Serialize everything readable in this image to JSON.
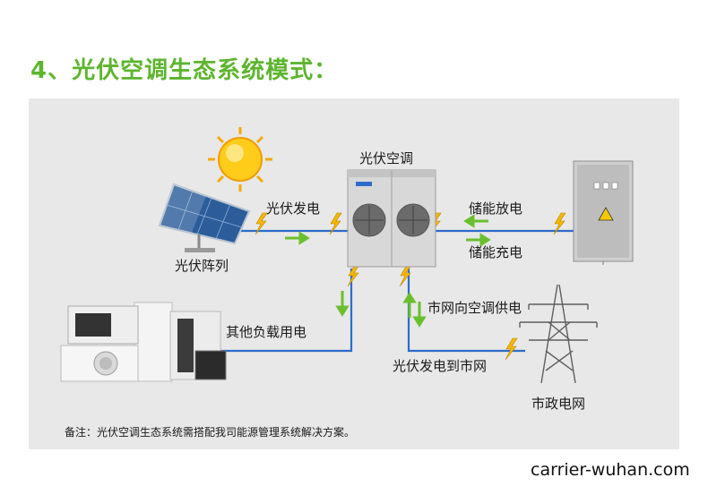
{
  "heading": "4、光伏空调生态系统模式：",
  "labels": {
    "pv_ac": "光伏空调",
    "pv_gen": "光伏发电",
    "pv_array": "光伏阵列",
    "storage_discharge": "储能放电",
    "storage_charge": "储能充电",
    "other_loads": "其他负载用电",
    "grid_to_ac": "市网向空调供电",
    "pv_to_grid": "光伏发电到市网",
    "municipal_grid": "市政电网"
  },
  "note": "备注：光伏空调生态系统需搭配我司能源管理系统解决方案。",
  "watermark": "carrier-wuhan.com",
  "colors": {
    "heading": "#5db52e",
    "line": "#2e6cc9",
    "arrow": "#6abf2e",
    "bolt": "#f5b800"
  }
}
